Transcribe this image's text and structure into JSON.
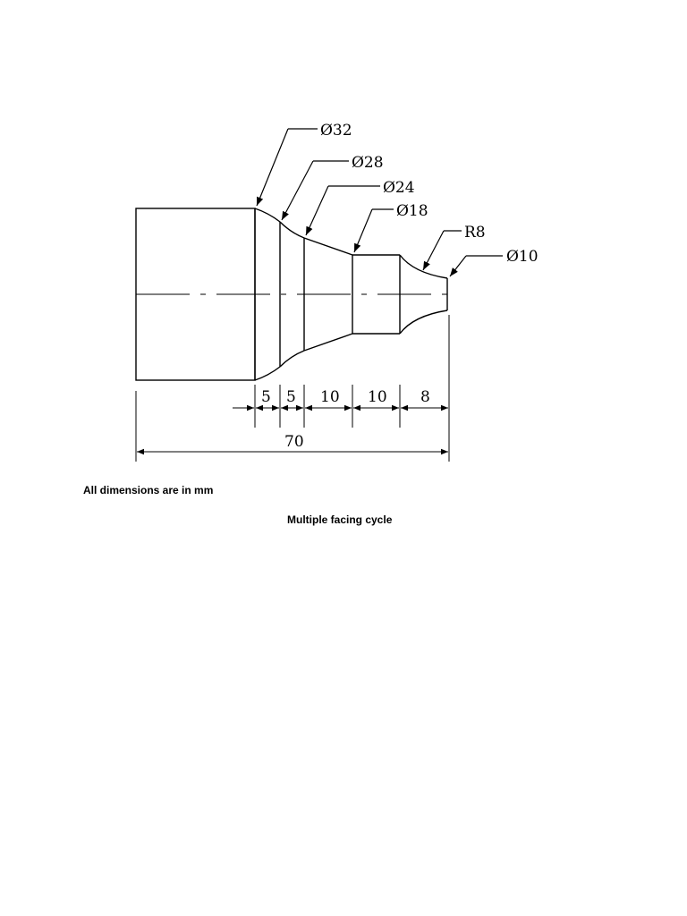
{
  "drawing": {
    "callouts": {
      "d32": "Ø32",
      "d28": "Ø28",
      "d24": "Ø24",
      "d18": "Ø18",
      "r8": "R8",
      "d10": "Ø10"
    },
    "dimensions": {
      "seg1": "5",
      "seg2": "5",
      "seg3": "10",
      "seg4": "10",
      "seg5": "8",
      "overall": "70"
    }
  },
  "notes": {
    "units": "All dimensions are in mm",
    "caption": "Multiple facing cycle"
  }
}
